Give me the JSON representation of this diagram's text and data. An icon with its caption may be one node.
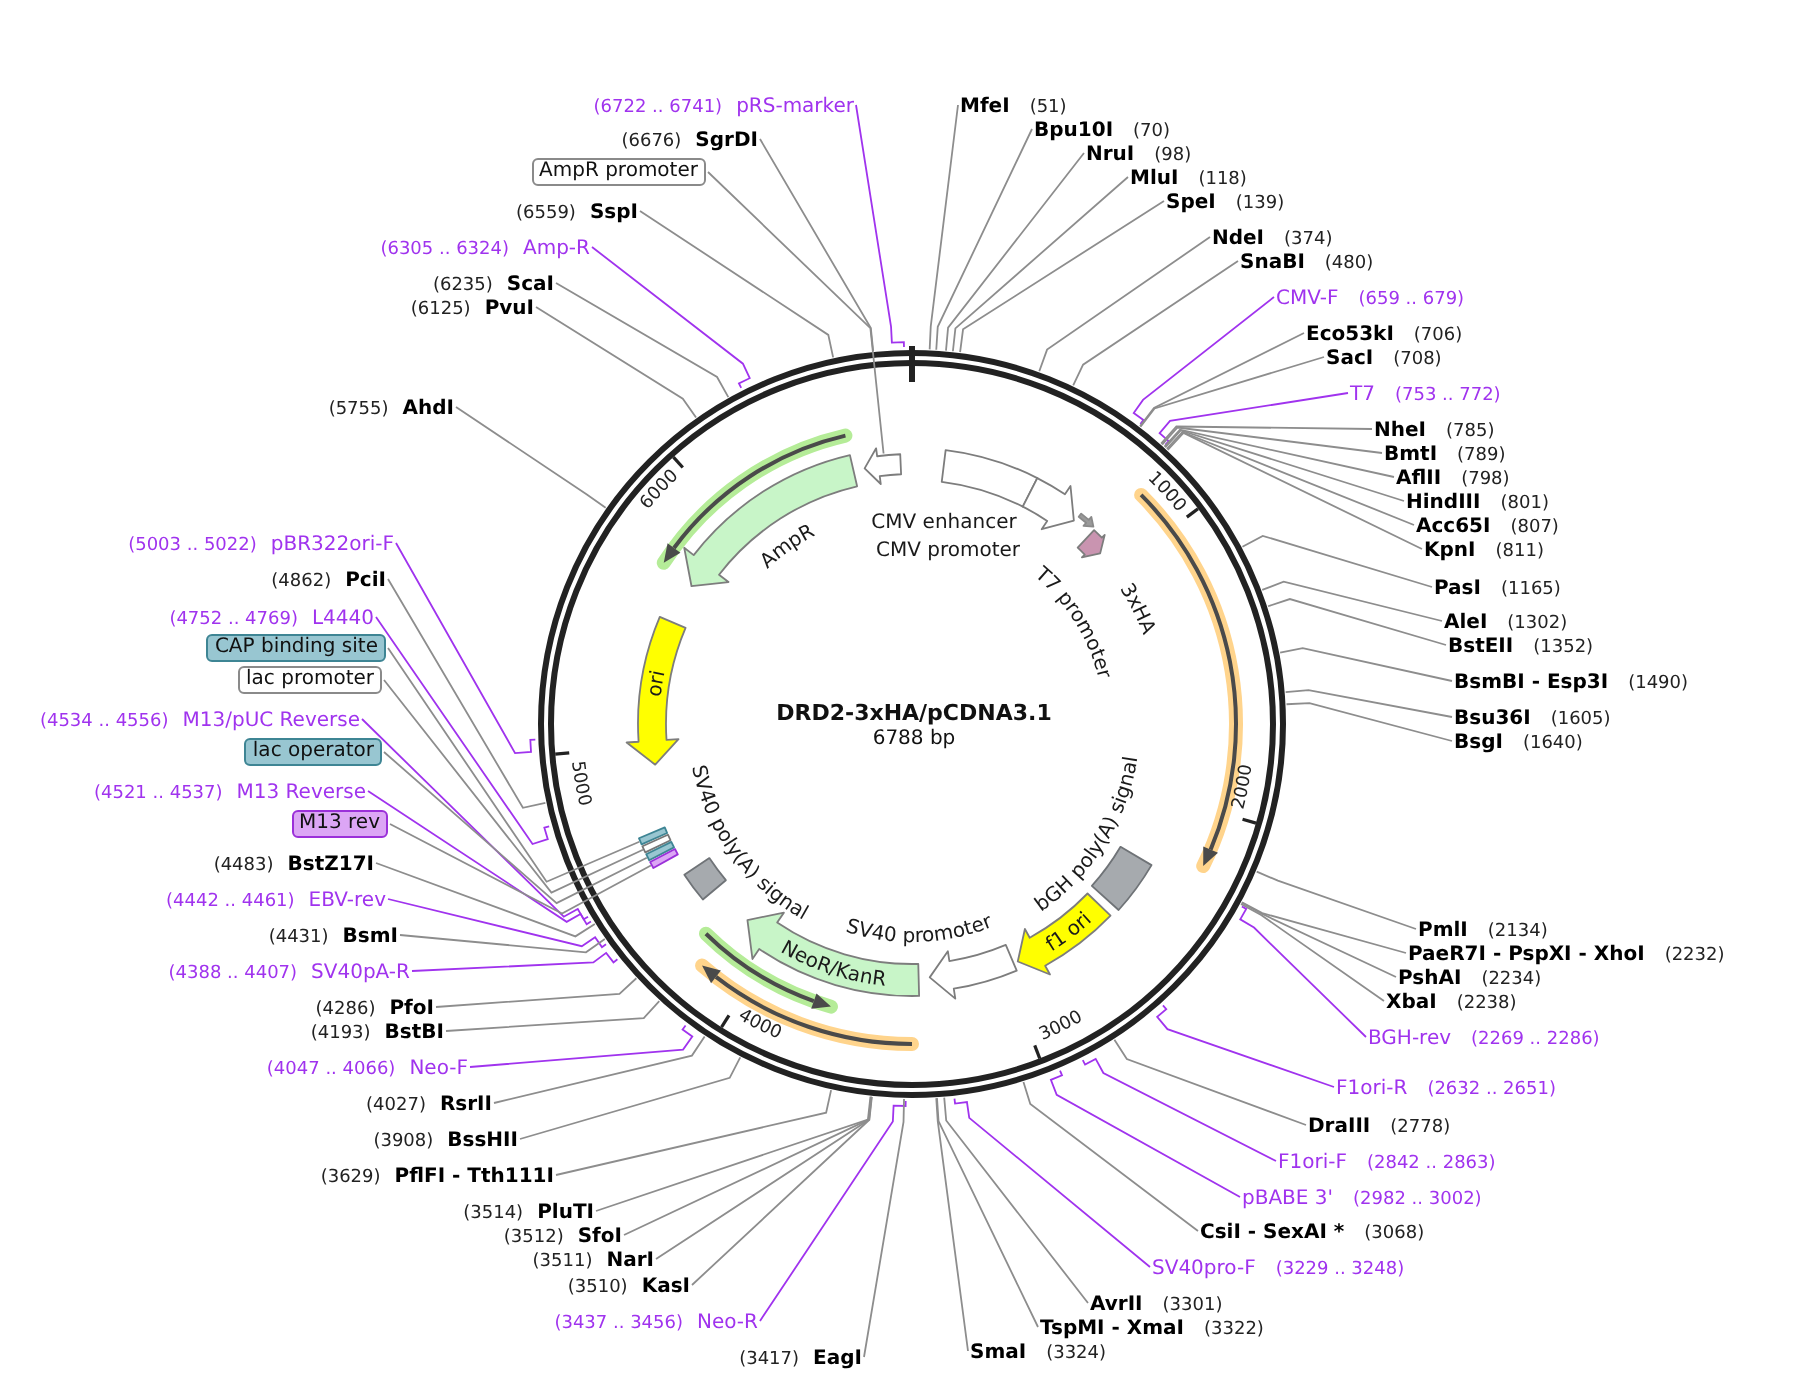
{
  "diagram": {
    "title": "DRD2-3xHA/pCDNA3.1",
    "nodes": [
      {
        "text": [
          "(6722 .. 6741)",
          "pRS-marker"
        ]
      },
      {
        "text": [
          "(6676)",
          "SgrDI"
        ]
      },
      {
        "text": [
          "AmpR promoter"
        ]
      },
      {
        "text": [
          "(6559)",
          "SspI"
        ]
      },
      {
        "text": [
          "(6305 .. 6324)",
          "Amp-R"
        ]
      },
      {
        "text": [
          "(6235)",
          "ScaI"
        ]
      },
      {
        "text": [
          "(6125)",
          "PvuI"
        ]
      },
      {
        "text": [
          "(5755)",
          "AhdI"
        ]
      },
      {
        "text": [
          "(5003 .. 5022)",
          "pBR322ori-F"
        ]
      },
      {
        "text": [
          "(4862)",
          "PciI"
        ]
      },
      {
        "text": [
          "(4752 .. 4769)",
          "L4440"
        ]
      },
      {
        "text": [
          "CAP binding site"
        ]
      },
      {
        "text": [
          "lac promoter"
        ]
      },
      {
        "text": [
          "(4534 .. 4556)",
          "M13/pUC Reverse"
        ]
      },
      {
        "text": [
          "lac operator"
        ]
      },
      {
        "text": [
          "(4521 .. 4537)",
          "M13 Reverse"
        ]
      },
      {
        "text": [
          "M13 rev"
        ]
      },
      {
        "text": [
          "(4483)",
          "BstZ17I"
        ]
      },
      {
        "text": [
          "(4442 .. 4461)",
          "EBV-rev"
        ]
      },
      {
        "text": [
          "(4431)",
          "BsmI"
        ]
      },
      {
        "text": [
          "(4388 .. 4407)",
          "SV40pA-R"
        ]
      },
      {
        "text": [
          "(4286)",
          "PfoI"
        ]
      },
      {
        "text": [
          "(4193)",
          "BstBI"
        ]
      },
      {
        "text": [
          "(4047 .. 4066)",
          "Neo-F"
        ]
      },
      {
        "text": [
          "(4027)",
          "RsrII"
        ]
      },
      {
        "text": [
          "(3908)",
          "BssHII"
        ]
      },
      {
        "text": [
          "(3629)",
          "PflFI - Tth111I"
        ]
      },
      {
        "text": [
          "(3514)",
          "PluTI"
        ]
      },
      {
        "text": [
          "(3512)",
          "SfoI"
        ]
      },
      {
        "text": [
          "(3511)",
          "NarI"
        ]
      },
      {
        "text": [
          "(3510)",
          "KasI"
        ]
      },
      {
        "text": [
          "(3437 .. 3456)",
          "Neo-R"
        ]
      },
      {
        "text": [
          "(3417)",
          "EagI"
        ]
      },
      {
        "text": [
          "MfeI",
          "(51)"
        ]
      },
      {
        "text": [
          "Bpu10I",
          "(70)"
        ]
      },
      {
        "text": [
          "NruI",
          "(98)"
        ]
      },
      {
        "text": [
          "MluI",
          "(118)"
        ]
      },
      {
        "text": [
          "SpeI",
          "(139)"
        ]
      },
      {
        "text": [
          "NdeI",
          "(374)"
        ]
      },
      {
        "text": [
          "SnaBI",
          "(480)"
        ]
      },
      {
        "text": [
          "CMV-F",
          "(659 .. 679)"
        ]
      },
      {
        "text": [
          "Eco53kI",
          "(706)"
        ]
      },
      {
        "text": [
          "SacI",
          "(708)"
        ]
      },
      {
        "text": [
          "T7",
          "(753 .. 772)"
        ]
      },
      {
        "text": [
          "NheI",
          "(785)"
        ]
      },
      {
        "text": [
          "BmtI",
          "(789)"
        ]
      },
      {
        "text": [
          "AflII",
          "(798)"
        ]
      },
      {
        "text": [
          "HindIII",
          "(801)"
        ]
      },
      {
        "text": [
          "Acc65I",
          "(807)"
        ]
      },
      {
        "text": [
          "KpnI",
          "(811)"
        ]
      },
      {
        "text": [
          "PasI",
          "(1165)"
        ]
      },
      {
        "text": [
          "AleI",
          "(1302)"
        ]
      },
      {
        "text": [
          "BstEII",
          "(1352)"
        ]
      },
      {
        "text": [
          "BsmBI - Esp3I",
          "(1490)"
        ]
      },
      {
        "text": [
          "Bsu36I",
          "(1605)"
        ]
      },
      {
        "text": [
          "BsgI",
          "(1640)"
        ]
      },
      {
        "text": [
          "PmlI",
          "(2134)"
        ]
      },
      {
        "text": [
          "PaeR7I - PspXI - XhoI",
          "(2232)"
        ]
      },
      {
        "text": [
          "PshAI",
          "(2234)"
        ]
      },
      {
        "text": [
          "XbaI",
          "(2238)"
        ]
      },
      {
        "text": [
          "BGH-rev",
          "(2269 .. 2286)"
        ]
      },
      {
        "text": [
          "F1ori-R",
          "(2632 .. 2651)"
        ]
      },
      {
        "text": [
          "DraIII",
          "(2778)"
        ]
      },
      {
        "text": [
          "F1ori-F",
          "(2842 .. 2863)"
        ]
      },
      {
        "text": [
          "pBABE 3'",
          "(2982 .. 3002)"
        ]
      },
      {
        "text": [
          "CsiI - SexAI *",
          "(3068)"
        ]
      },
      {
        "text": [
          "SV40pro-F",
          "(3229 .. 3248)"
        ]
      },
      {
        "text": [
          "AvrII",
          "(3301)"
        ]
      },
      {
        "text": [
          "TspMI - XmaI",
          "(3322)"
        ]
      },
      {
        "text": [
          "SmaI",
          "(3324)"
        ]
      },
      {
        "text": [
          "AmpR"
        ]
      },
      {
        "text": [],
        "shape": "arrow"
      },
      {
        "text": [
          "CMV enhancer"
        ]
      },
      {
        "text": [
          "CMV promoter"
        ]
      },
      {
        "text": [
          "T7 promoter"
        ]
      },
      {
        "text": [
          "3xHA"
        ]
      },
      {
        "text": [
          "bGH poly(A) signal"
        ]
      },
      {
        "text": [
          "f1 ori"
        ]
      },
      {
        "text": [
          "SV40 promoter"
        ]
      },
      {
        "text": [
          "NeoR/KanR"
        ]
      },
      {
        "text": [
          "SV40 poly(A) signal"
        ]
      },
      {
        "text": [
          "ori"
        ]
      },
      {
        "text": [],
        "shape": "bar"
      },
      {
        "text": [],
        "shape": "bar"
      },
      {
        "text": [],
        "shape": "bar"
      },
      {
        "text": [],
        "shape": "bar"
      }
    ],
    "edges": [
      {
        "from": 0,
        "to": null,
        "arrow": "none",
        "color": "#a033ee"
      },
      {
        "from": 1,
        "to": null,
        "arrow": "none"
      },
      {
        "from": 2,
        "to": 71,
        "arrow": "none"
      },
      {
        "from": 3,
        "to": null,
        "arrow": "none"
      },
      {
        "from": 4,
        "to": null,
        "arrow": "none",
        "color": "#a033ee"
      },
      {
        "from": 5,
        "to": null,
        "arrow": "none"
      },
      {
        "from": 6,
        "to": null,
        "arrow": "none"
      },
      {
        "from": 7,
        "to": null,
        "arrow": "none"
      },
      {
        "from": 8,
        "to": null,
        "arrow": "none",
        "color": "#a033ee"
      },
      {
        "from": 9,
        "to": null,
        "arrow": "none"
      },
      {
        "from": 10,
        "to": null,
        "arrow": "none",
        "color": "#a033ee"
      },
      {
        "from": 11,
        "to": 82,
        "arrow": "none"
      },
      {
        "from": 12,
        "to": 83,
        "arrow": "none"
      },
      {
        "from": 13,
        "to": null,
        "arrow": "none",
        "color": "#a033ee"
      },
      {
        "from": 14,
        "to": 84,
        "arrow": "none"
      },
      {
        "from": 15,
        "to": null,
        "arrow": "none",
        "color": "#a033ee"
      },
      {
        "from": 16,
        "to": 85,
        "arrow": "none"
      },
      {
        "from": 17,
        "to": null,
        "arrow": "none"
      },
      {
        "from": 18,
        "to": null,
        "arrow": "none",
        "color": "#a033ee"
      },
      {
        "from": 19,
        "to": null,
        "arrow": "none"
      },
      {
        "from": 20,
        "to": null,
        "arrow": "none",
        "color": "#a033ee"
      },
      {
        "from": 21,
        "to": null,
        "arrow": "none"
      },
      {
        "from": 22,
        "to": null,
        "arrow": "none"
      },
      {
        "from": 23,
        "to": null,
        "arrow": "none",
        "color": "#a033ee"
      },
      {
        "from": 24,
        "to": null,
        "arrow": "none"
      },
      {
        "from": 25,
        "to": null,
        "arrow": "none"
      },
      {
        "from": 26,
        "to": null,
        "arrow": "none"
      },
      {
        "from": 27,
        "to": null,
        "arrow": "none"
      },
      {
        "from": 28,
        "to": null,
        "arrow": "none"
      },
      {
        "from": 29,
        "to": null,
        "arrow": "none"
      },
      {
        "from": 30,
        "to": null,
        "arrow": "none"
      },
      {
        "from": 31,
        "to": null,
        "arrow": "none",
        "color": "#a033ee"
      },
      {
        "from": 32,
        "to": null,
        "arrow": "none"
      },
      {
        "from": 33,
        "to": null,
        "arrow": "none"
      },
      {
        "from": 34,
        "to": null,
        "arrow": "none"
      },
      {
        "from": 35,
        "to": null,
        "arrow": "none"
      },
      {
        "from": 36,
        "to": null,
        "arrow": "none"
      },
      {
        "from": 37,
        "to": null,
        "arrow": "none"
      },
      {
        "from": 38,
        "to": null,
        "arrow": "none"
      },
      {
        "from": 39,
        "to": null,
        "arrow": "none"
      },
      {
        "from": 40,
        "to": null,
        "arrow": "none",
        "color": "#a033ee"
      },
      {
        "from": 41,
        "to": null,
        "arrow": "none"
      },
      {
        "from": 42,
        "to": null,
        "arrow": "none"
      },
      {
        "from": 43,
        "to": null,
        "arrow": "none",
        "color": "#a033ee"
      },
      {
        "from": 44,
        "to": null,
        "arrow": "none"
      },
      {
        "from": 45,
        "to": null,
        "arrow": "none"
      },
      {
        "from": 46,
        "to": null,
        "arrow": "none"
      },
      {
        "from": 47,
        "to": null,
        "arrow": "none"
      },
      {
        "from": 48,
        "to": null,
        "arrow": "none"
      },
      {
        "from": 49,
        "to": null,
        "arrow": "none"
      },
      {
        "from": 50,
        "to": null,
        "arrow": "none"
      },
      {
        "from": 51,
        "to": null,
        "arrow": "none"
      },
      {
        "from": 52,
        "to": null,
        "arrow": "none"
      },
      {
        "from": 53,
        "to": null,
        "arrow": "none"
      },
      {
        "from": 54,
        "to": null,
        "arrow": "none"
      },
      {
        "from": 55,
        "to": null,
        "arrow": "none"
      },
      {
        "from": 56,
        "to": null,
        "arrow": "none"
      },
      {
        "from": 57,
        "to": null,
        "arrow": "none"
      },
      {
        "from": 58,
        "to": null,
        "arrow": "none"
      },
      {
        "from": 59,
        "to": null,
        "arrow": "none"
      },
      {
        "from": 60,
        "to": null,
        "arrow": "none",
        "color": "#a033ee"
      },
      {
        "from": 61,
        "to": null,
        "arrow": "none",
        "color": "#a033ee"
      },
      {
        "from": 62,
        "to": null,
        "arrow": "none"
      },
      {
        "from": 63,
        "to": null,
        "arrow": "none",
        "color": "#a033ee"
      },
      {
        "from": 64,
        "to": null,
        "arrow": "none",
        "color": "#a033ee"
      },
      {
        "from": 65,
        "to": null,
        "arrow": "none"
      },
      {
        "from": 66,
        "to": null,
        "arrow": "none",
        "color": "#a033ee"
      },
      {
        "from": 67,
        "to": null,
        "arrow": "none"
      },
      {
        "from": 68,
        "to": null,
        "arrow": "none"
      },
      {
        "from": 69,
        "to": null,
        "arrow": "none"
      }
    ],
    "labels": [
      "6000",
      "1000",
      "6788 bp",
      "5000",
      "2000",
      "4000",
      "3000"
    ]
  }
}
